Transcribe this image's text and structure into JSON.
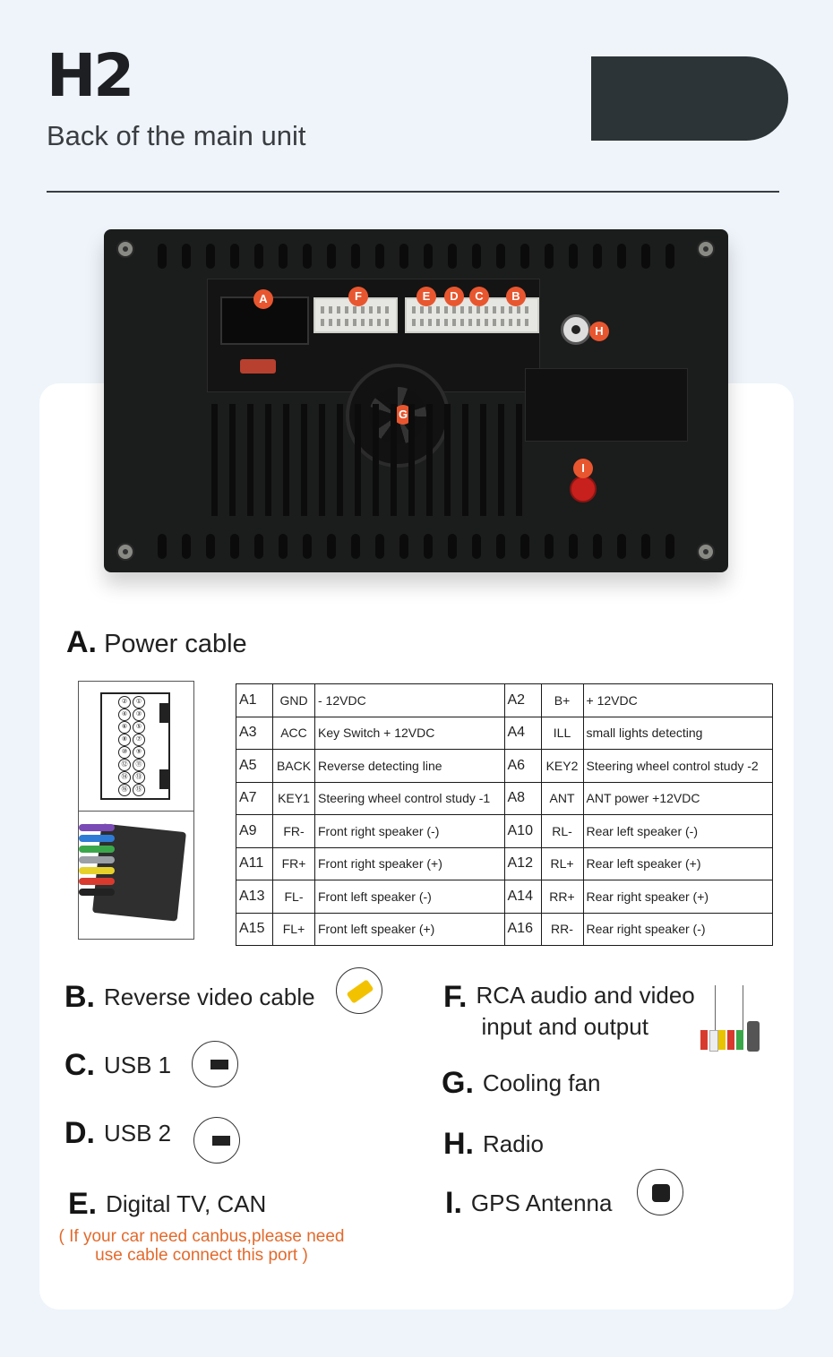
{
  "header": {
    "model": "H2",
    "subtitle": "Back of  the main unit"
  },
  "device": {
    "markers": [
      "A",
      "F",
      "E",
      "D",
      "C",
      "B",
      "H",
      "G",
      "I"
    ]
  },
  "section_a": {
    "letter": "A.",
    "title": "Power cable",
    "pin_numbers": [
      "②",
      "①",
      "④",
      "③",
      "⑥",
      "⑤",
      "⑧",
      "⑦",
      "⑩",
      "⑨",
      "⑫",
      "⑪",
      "⑭",
      "⑬",
      "⑯",
      "⑮"
    ],
    "table": [
      {
        "l_pin": "A1",
        "l_sig": "GND",
        "l_desc": " - 12VDC",
        "r_pin": "A2",
        "r_sig": "B+",
        "r_desc": " + 12VDC"
      },
      {
        "l_pin": "A3",
        "l_sig": "ACC",
        "l_desc": "Key Switch + 12VDC",
        "r_pin": "A4",
        "r_sig": "ILL",
        "r_desc": "small lights detecting"
      },
      {
        "l_pin": "A5",
        "l_sig": "BACK",
        "l_desc": "Reverse detecting line",
        "r_pin": "A6",
        "r_sig": "KEY2",
        "r_desc": "Steering wheel control study -2"
      },
      {
        "l_pin": "A7",
        "l_sig": "KEY1",
        "l_desc": "Steering wheel control study -1",
        "r_pin": "A8",
        "r_sig": "ANT",
        "r_desc": "ANT power +12VDC"
      },
      {
        "l_pin": "A9",
        "l_sig": "FR-",
        "l_desc": "Front right speaker (-)",
        "r_pin": "A10",
        "r_sig": "RL-",
        "r_desc": "Rear left speaker (-)"
      },
      {
        "l_pin": "A11",
        "l_sig": "FR+",
        "l_desc": "Front right speaker (+)",
        "r_pin": "A12",
        "r_sig": "RL+",
        "r_desc": "Rear left speaker (+)"
      },
      {
        "l_pin": "A13",
        "l_sig": "FL-",
        "l_desc": "Front left speaker (-)",
        "r_pin": "A14",
        "r_sig": "RR+",
        "r_desc": "Rear right speaker (+)"
      },
      {
        "l_pin": "A15",
        "l_sig": "FL+",
        "l_desc": "Front left speaker (+)",
        "r_pin": "A16",
        "r_sig": "RR-",
        "r_desc": "Rear right speaker (-)"
      }
    ]
  },
  "items": {
    "b": {
      "letter": "B.",
      "label": "Reverse video cable"
    },
    "c": {
      "letter": "C.",
      "label": "USB 1"
    },
    "d": {
      "letter": "D.",
      "label": "USB 2"
    },
    "e": {
      "letter": "E.",
      "label": "Digital TV, CAN",
      "note": "( If your car need canbus,please need use cable connect this port )"
    },
    "f": {
      "letter": "F.",
      "label_line1": "RCA audio and video",
      "label_line2": "input and output"
    },
    "g": {
      "letter": "G.",
      "label": "Cooling fan"
    },
    "h": {
      "letter": "H.",
      "label": "Radio"
    },
    "i": {
      "letter": "I.",
      "label": "GPS Antenna"
    }
  },
  "colors": {
    "background": "#eef4fa",
    "accent_orange": "#e8562f",
    "note_orange": "#e26a2c",
    "dark_pill": "#2d3438"
  }
}
